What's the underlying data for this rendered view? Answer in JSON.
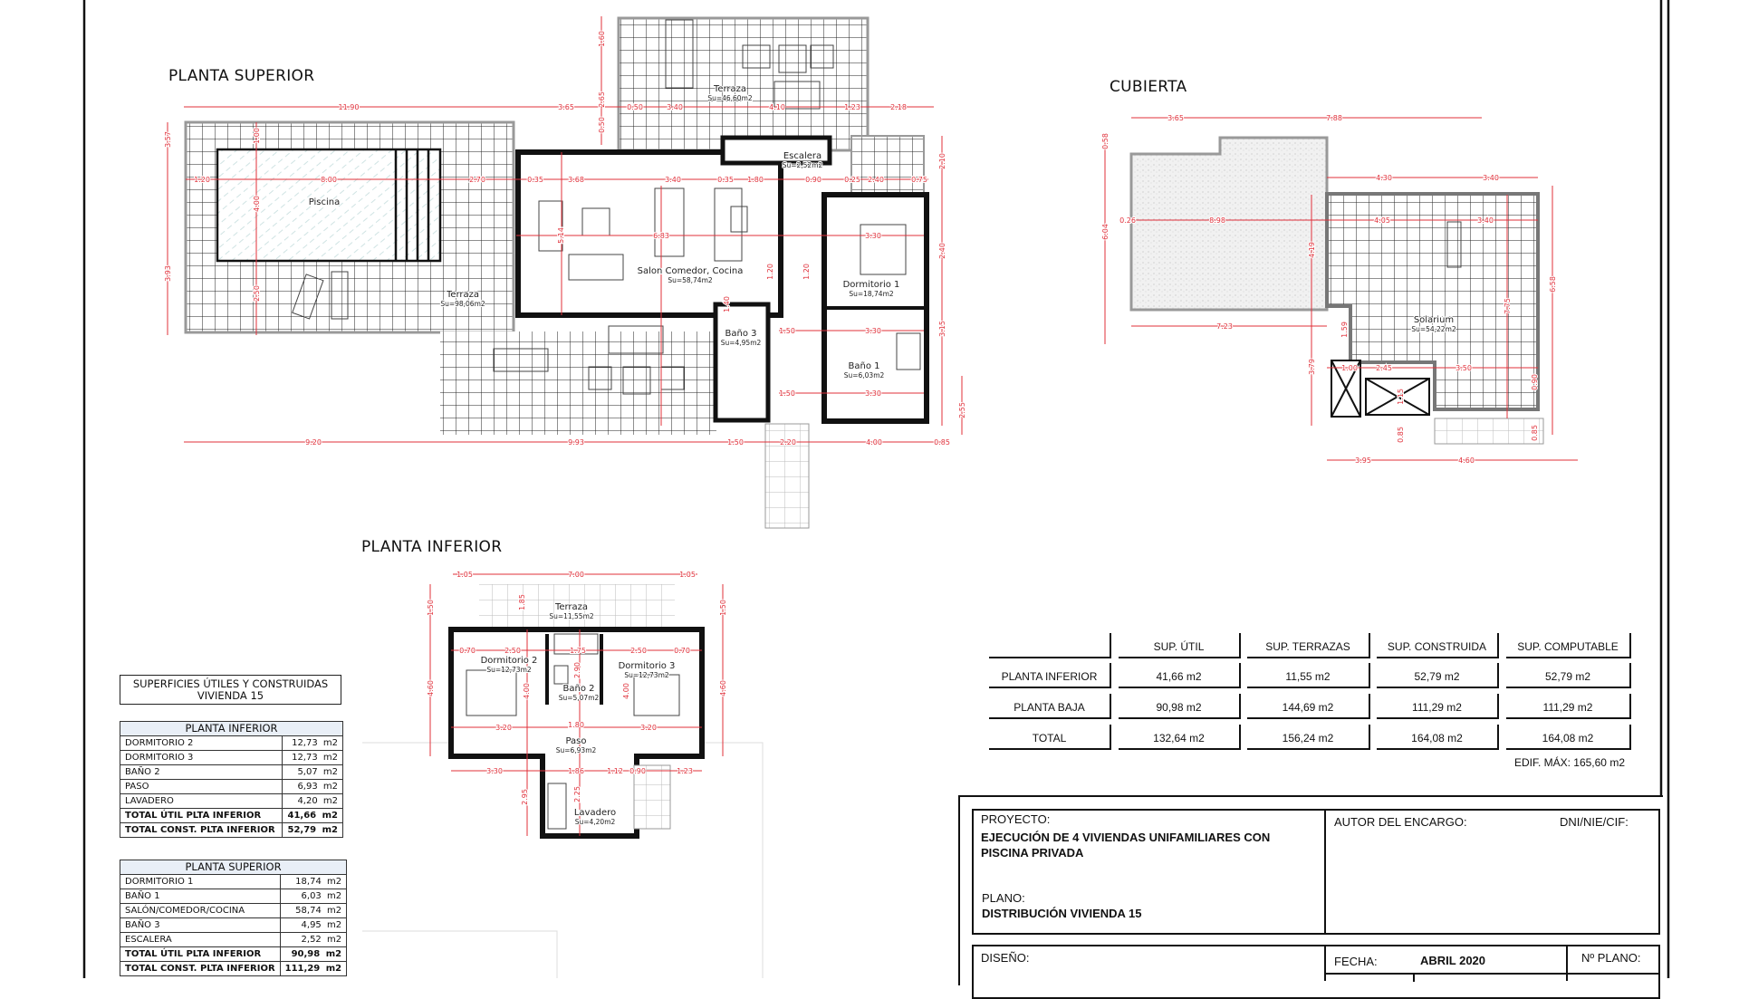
{
  "plans": {
    "superior": {
      "title": "PLANTA SUPERIOR",
      "rooms": [
        {
          "name": "Piscina",
          "area": ""
        },
        {
          "name": "Terraza",
          "area": "Su=98,06m2"
        },
        {
          "name": "Terraza",
          "area": "Su=46,60m2"
        },
        {
          "name": "Escalera",
          "area": "Su=2,52m2"
        },
        {
          "name": "Salon  Comedor,  Cocina",
          "area": "Su=58,74m2"
        },
        {
          "name": "Dormitorio  1",
          "area": "Su=18,74m2"
        },
        {
          "name": "Baño  3",
          "area": "Su=4,95m2"
        },
        {
          "name": "Baño  1",
          "area": "Su=6,03m2"
        }
      ],
      "dimensions": [
        "11.90",
        "3.65",
        "3.57",
        "3.93",
        "1.20",
        "8.00",
        "2.70",
        "4.00",
        "2.50",
        "1.00",
        "0.35",
        "3.68",
        "3.40",
        "0.35",
        "1.80",
        "0.90",
        "0.25",
        "2.40",
        "0.75",
        "1.60",
        "2.65",
        "0.50",
        "0.50",
        "3.40",
        "4.10",
        "1.23",
        "2.18",
        "9.20",
        "9.93",
        "1.50",
        "2.20",
        "4.00",
        "0.85",
        "6.83",
        "3.30",
        "3.30",
        "3.30",
        "1.50",
        "1.50",
        "2.10",
        "2.40",
        "3.15",
        "2.55",
        "5.14",
        "1.40",
        "1.20",
        "1.20"
      ]
    },
    "inferior": {
      "title": "PLANTA INFERIOR",
      "rooms": [
        {
          "name": "Terraza",
          "area": "Su=11,55m2"
        },
        {
          "name": "Dormitorio  2",
          "area": "Su=12,73m2"
        },
        {
          "name": "Dormitorio  3",
          "area": "Su=12,73m2"
        },
        {
          "name": "Baño  2",
          "area": "Su=5,07m2"
        },
        {
          "name": "Paso",
          "area": "Su=6,93m2"
        },
        {
          "name": "Lavadero",
          "area": "Su=4,20m2"
        }
      ],
      "dimensions": [
        "1.05",
        "7.00",
        "1.05",
        "1.50",
        "1.50",
        "4.60",
        "4.60",
        "0.70",
        "2.50",
        "1.75",
        "2.50",
        "0.70",
        "3.20",
        "1.80",
        "3.20",
        "3.30",
        "1.86",
        "1.12",
        "0.90",
        "1.23",
        "2.95",
        "4.00",
        "4.00",
        "2.90",
        "2.25",
        "1.85"
      ]
    },
    "cubierta": {
      "title": "CUBIERTA",
      "rooms": [
        {
          "name": "Solarium",
          "area": "Su=54,22m2"
        }
      ],
      "dimensions": [
        "3.65",
        "7.88",
        "0.58",
        "6.04",
        "0.26",
        "8.98",
        "4.30",
        "3.40",
        "4.05",
        "3.40",
        "4.19",
        "7.23",
        "7.75",
        "6.58",
        "3.79",
        "1.59",
        "1.00",
        "2.45",
        "3.50",
        "3.95",
        "4.60",
        "1.15",
        "0.85",
        "0.90",
        "0.85"
      ]
    }
  },
  "surfaces_box": {
    "title_line1": "SUPERFICIES  ÚTILES  Y  CONSTRUIDAS",
    "title_line2": "VIVIENDA  15",
    "tables": [
      {
        "header": "PLANTA  INFERIOR",
        "rows": [
          {
            "label": "DORMITORIO  2",
            "value": "12,73  m2"
          },
          {
            "label": "DORMITORIO  3",
            "value": "12,73  m2"
          },
          {
            "label": "BAÑO  2",
            "value": "5,07  m2"
          },
          {
            "label": "PASO",
            "value": "6,93  m2"
          },
          {
            "label": "LAVADERO",
            "value": "4,20  m2"
          },
          {
            "label": "TOTAL  ÚTIL  PLTA  INFERIOR",
            "value": "41,66  m2",
            "bold": true
          },
          {
            "label": "TOTAL  CONST.  PLTA  INFERIOR",
            "value": "52,79  m2",
            "bold": true
          }
        ]
      },
      {
        "header": "PLANTA  SUPERIOR",
        "rows": [
          {
            "label": "DORMITORIO  1",
            "value": "18,74  m2"
          },
          {
            "label": "BAÑO  1",
            "value": "6,03  m2"
          },
          {
            "label": "SALÓN/COMEDOR/COCINA",
            "value": "58,74  m2"
          },
          {
            "label": "BAÑO  3",
            "value": "4,95  m2"
          },
          {
            "label": "ESCALERA",
            "value": "2,52  m2"
          },
          {
            "label": "TOTAL  ÚTIL  PLTA  INFERIOR",
            "value": "90,98  m2",
            "bold": true
          },
          {
            "label": "TOTAL  CONST.  PLTA  INFERIOR",
            "value": "111,29  m2",
            "bold": true
          }
        ]
      }
    ]
  },
  "summary": {
    "columns": [
      "",
      "SUP. ÚTIL",
      "SUP. TERRAZAS",
      "SUP. CONSTRUIDA",
      "SUP. COMPUTABLE"
    ],
    "rows": [
      [
        "PLANTA INFERIOR",
        "41,66 m2",
        "11,55 m2",
        "52,79 m2",
        "52,79 m2"
      ],
      [
        "PLANTA BAJA",
        "90,98 m2",
        "144,69 m2",
        "111,29 m2",
        "111,29 m2"
      ],
      [
        "TOTAL",
        "132,64 m2",
        "156,24 m2",
        "164,08 m2",
        "164,08 m2"
      ]
    ],
    "note": "EDIF. MÁX: 165,60 m2"
  },
  "title_block": {
    "proyecto_label": "PROYECTO:",
    "proyecto_line1": "EJECUCIÓN DE 4 VIVIENDAS UNIFAMILIARES CON",
    "proyecto_line2": "PISCINA PRIVADA",
    "plano_label": "PLANO:",
    "plano_value": "DISTRIBUCIÓN VIVIENDA 15",
    "autor_label": "AUTOR DEL ENCARGO:",
    "dni_label": "DNI/NIE/CIF:",
    "diseno_label": "DISEÑO:",
    "fecha_label": "FECHA:",
    "fecha_value": "ABRIL 2020",
    "nplano_label": "Nº PLANO:"
  },
  "colors": {
    "dimension": "#e0303a",
    "wall": "#111111",
    "header_fill": "#e9eff7",
    "gravel": "#eeeeee"
  }
}
